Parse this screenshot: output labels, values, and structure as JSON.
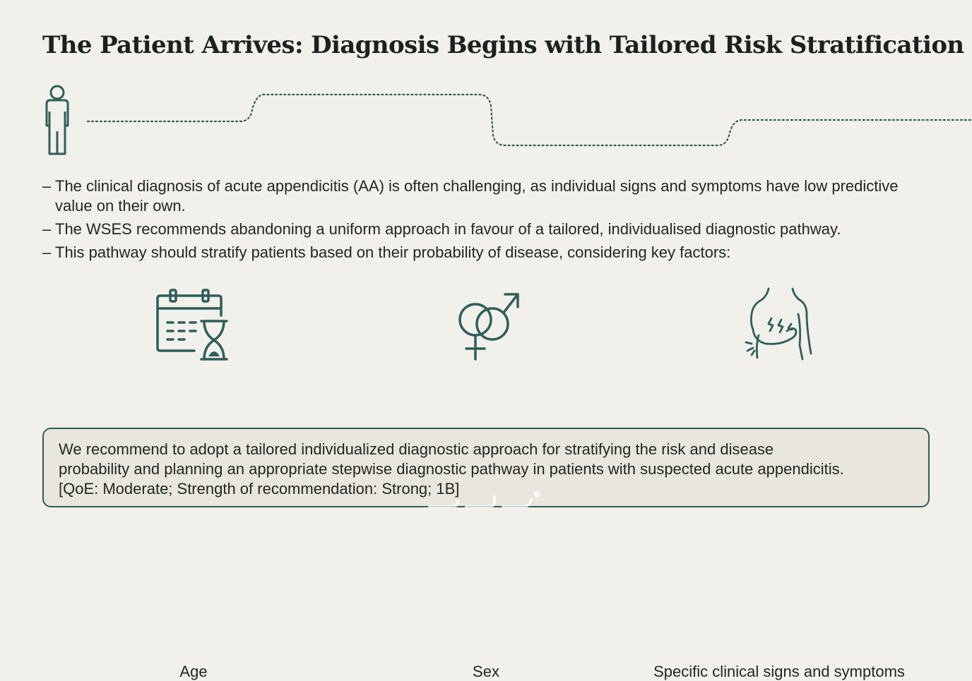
{
  "title": "The Patient Arrives: Diagnosis Begins with Tailored Risk Stratification",
  "icons": {
    "patient": "person-icon",
    "path": "dotted-pathway",
    "age": "calendar-hourglass-icon",
    "sex": "gender-symbols-icon",
    "symptoms": "abdominal-pain-icon"
  },
  "bullets": [
    "The clinical diagnosis of acute appendicitis (AA) is often challenging, as individual signs and symptoms have low predictive value on their own.",
    "The WSES recommends abandoning a uniform approach in favour of a tailored, individualised diagnostic pathway.",
    "This pathway should stratify patients based on their probability of disease, considering key factors:"
  ],
  "factors": [
    {
      "label": "Age",
      "icon": "calendar-hourglass-icon"
    },
    {
      "label": "Sex",
      "icon": "gender-symbols-icon"
    },
    {
      "label": "Specific clinical signs and symptoms",
      "icon": "abdominal-pain-icon"
    }
  ],
  "recommendation": {
    "line1": "We recommend to adopt a tailored individualized diagnostic approach for stratifying the risk and disease",
    "line2": "probability and planning an appropriate stepwise diagnostic pathway in patients with suspected acute appendicitis.",
    "line3": "[QoE: Moderate; Strength of recommendation: Strong; 1B]"
  },
  "colors": {
    "background": "#f1f0ea",
    "accent": "#2f5e5a",
    "text": "#1f2623",
    "box_fill": "#e9e6dd"
  }
}
